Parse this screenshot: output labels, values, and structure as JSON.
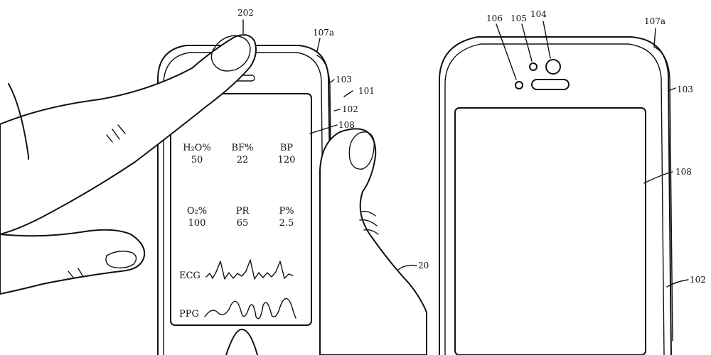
{
  "left_figure": {
    "refs": {
      "r202": "202",
      "r107a": "107a",
      "r103": "103",
      "r101": "101",
      "r102": "102",
      "r108": "108",
      "r20": "20"
    },
    "metrics": [
      {
        "label": "H₂O%",
        "value": "50"
      },
      {
        "label": "BF%",
        "value": "22"
      },
      {
        "label": "BP",
        "value": "120"
      },
      {
        "label": "O₂%",
        "value": "100"
      },
      {
        "label": "PR",
        "value": "65"
      },
      {
        "label": "P%",
        "value": "2.5"
      }
    ],
    "waves": [
      {
        "label": "ECG"
      },
      {
        "label": "PPG"
      }
    ]
  },
  "right_figure": {
    "refs": {
      "r106": "106",
      "r105": "105",
      "r104": "104",
      "r107a": "107a",
      "r103": "103",
      "r108": "108",
      "r102": "102"
    }
  }
}
